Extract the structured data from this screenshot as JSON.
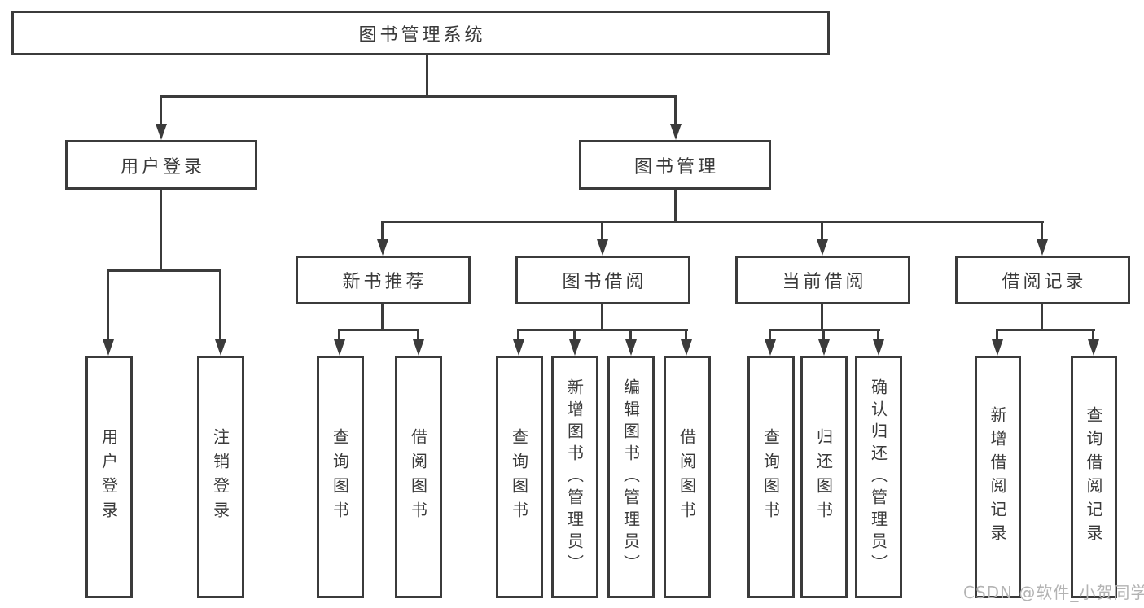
{
  "diagram": {
    "title": "图书管理系统",
    "watermark": "CSDN @软件_小贺同学",
    "colors": {
      "line": "#3b3b3b",
      "box_border": "#3b3b3b",
      "box_background": "#ffffff",
      "text": "#3a3a3a",
      "watermark": "#b3b3b3"
    },
    "nodes": {
      "root": {
        "label": "图书管理系统",
        "level": 0
      },
      "user_login": {
        "label": "用户登录",
        "level": 1
      },
      "book_mgmt": {
        "label": "图书管理",
        "level": 1
      },
      "new_book_rec": {
        "label": "新书推荐",
        "level": 2
      },
      "book_borrow": {
        "label": "图书借阅",
        "level": 2
      },
      "current_borrow": {
        "label": "当前借阅",
        "level": 2
      },
      "borrow_records": {
        "label": "借阅记录",
        "level": 2
      },
      "user_login_leaf": {
        "label": "用户登录",
        "level": 3
      },
      "logout_leaf": {
        "label": "注销登录",
        "level": 3
      },
      "query_books_a": {
        "label": "查询图书",
        "level": 3
      },
      "borrow_books_a": {
        "label": "借阅图书",
        "level": 3
      },
      "query_books_b": {
        "label": "查询图书",
        "level": 3
      },
      "add_books_admin": {
        "label": "新增图书（管理员）",
        "level": 3
      },
      "edit_books_admin": {
        "label": "编辑图书（管理员）",
        "level": 3
      },
      "borrow_books_b": {
        "label": "借阅图书",
        "level": 3
      },
      "query_books_c": {
        "label": "查询图书",
        "level": 3
      },
      "return_books": {
        "label": "归还图书",
        "level": 3
      },
      "confirm_return_admin": {
        "label": "确认归还（管理员）",
        "level": 3
      },
      "add_borrow_record": {
        "label": "新增借阅记录",
        "level": 3
      },
      "query_borrow_record": {
        "label": "查询借阅记录",
        "level": 3
      }
    },
    "edges": [
      {
        "from": "root",
        "to": "user_login"
      },
      {
        "from": "root",
        "to": "book_mgmt"
      },
      {
        "from": "user_login",
        "to": "user_login_leaf"
      },
      {
        "from": "user_login",
        "to": "logout_leaf"
      },
      {
        "from": "book_mgmt",
        "to": "new_book_rec"
      },
      {
        "from": "book_mgmt",
        "to": "book_borrow"
      },
      {
        "from": "book_mgmt",
        "to": "current_borrow"
      },
      {
        "from": "book_mgmt",
        "to": "borrow_records"
      },
      {
        "from": "new_book_rec",
        "to": "query_books_a"
      },
      {
        "from": "new_book_rec",
        "to": "borrow_books_a"
      },
      {
        "from": "book_borrow",
        "to": "query_books_b"
      },
      {
        "from": "book_borrow",
        "to": "add_books_admin"
      },
      {
        "from": "book_borrow",
        "to": "edit_books_admin"
      },
      {
        "from": "book_borrow",
        "to": "borrow_books_b"
      },
      {
        "from": "current_borrow",
        "to": "query_books_c"
      },
      {
        "from": "current_borrow",
        "to": "return_books"
      },
      {
        "from": "current_borrow",
        "to": "confirm_return_admin"
      },
      {
        "from": "borrow_records",
        "to": "add_borrow_record"
      },
      {
        "from": "borrow_records",
        "to": "query_borrow_record"
      }
    ]
  }
}
